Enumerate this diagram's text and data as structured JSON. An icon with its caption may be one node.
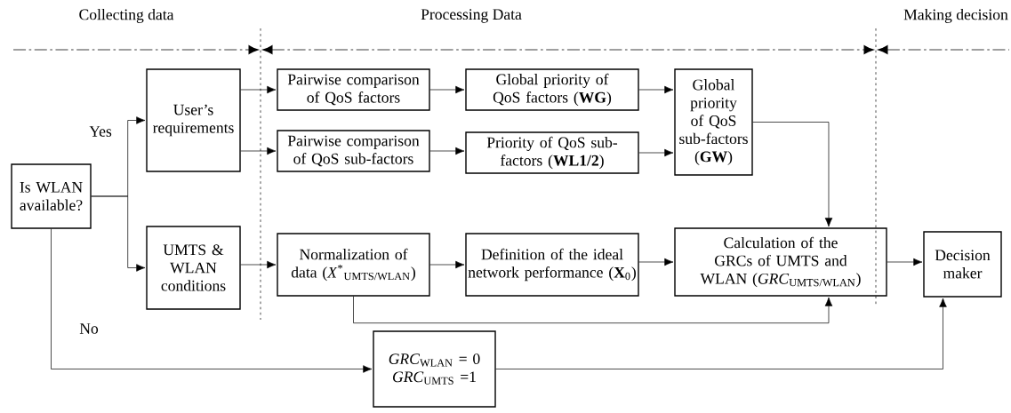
{
  "diagram": {
    "nodes": [
      {
        "text": [
          "Is WLAN available?"
        ]
      },
      {
        "text": [
          "User’s requirements"
        ]
      },
      {
        "text": [
          "UMTS & WLAN conditions"
        ]
      },
      {
        "text": [
          "Pairwise comparison of QoS factors"
        ]
      },
      {
        "text": [
          "Pairwise comparison of QoS sub-factors"
        ]
      },
      {
        "text": [
          "Normalization of data (*X*$^{*}$$_{UMTS/WLAN}$)"
        ]
      },
      {
        "text": [
          "Global priority of QoS factors (**WG**)"
        ]
      },
      {
        "text": [
          "Priority of QoS sub-factors (**WL1/2**)"
        ]
      },
      {
        "text": [
          "Definition of the ideal network performance (**X**$_{0}$)"
        ]
      },
      {
        "text": [
          "Global priority of QoS sub-factors (**GW**)"
        ]
      },
      {
        "text": [
          "Calculation of the GRCs of UMTS and WLAN (*GRC*$_{UMTS/WLAN}$)"
        ]
      },
      {
        "text": [
          "Decision maker"
        ]
      },
      {
        "text": [
          "*GRC*$_{WLAN}$ = 0",
          "*GRC*$_{UMTS}$ =1"
        ]
      }
    ],
    "edges": [
      {
        "from": 0,
        "to": 1,
        "arrow": "to",
        "label": "Yes"
      },
      {
        "from": 0,
        "to": 2,
        "arrow": "to"
      },
      {
        "from": 0,
        "to": 12,
        "arrow": "to",
        "label": "No"
      },
      {
        "from": 1,
        "to": 3,
        "arrow": "to"
      },
      {
        "from": 1,
        "to": 4,
        "arrow": "to"
      },
      {
        "from": 2,
        "to": 5,
        "arrow": "to"
      },
      {
        "from": 3,
        "to": 6,
        "arrow": "to"
      },
      {
        "from": 4,
        "to": 7,
        "arrow": "to"
      },
      {
        "from": 5,
        "to": 8,
        "arrow": "to"
      },
      {
        "from": 6,
        "to": 9,
        "arrow": "to"
      },
      {
        "from": 7,
        "to": 9,
        "arrow": "to"
      },
      {
        "from": 8,
        "to": 10,
        "arrow": "to"
      },
      {
        "from": 9,
        "to": 10,
        "arrow": "to"
      },
      {
        "from": 5,
        "to": 10,
        "arrow": "to"
      },
      {
        "from": 10,
        "to": 11,
        "arrow": "to"
      },
      {
        "from": 12,
        "to": 11,
        "arrow": "to"
      }
    ],
    "labels": [
      "Collecting data",
      "Processing Data",
      "Making decision"
    ]
  }
}
